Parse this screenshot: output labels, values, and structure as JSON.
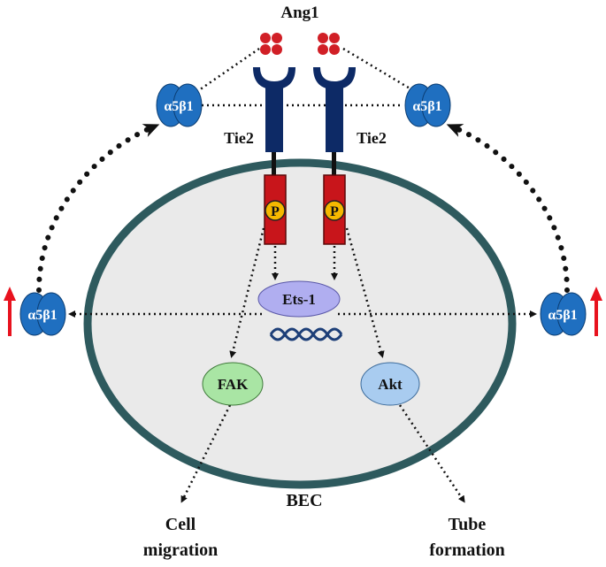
{
  "labels": {
    "ligand": "Ang1",
    "receptor_left": "Tie2",
    "receptor_right": "Tie2",
    "phospho_left": "P",
    "phospho_right": "P",
    "integrin_top_left": "α5β1",
    "integrin_top_right": "α5β1",
    "integrin_left": "α5β1",
    "integrin_right": "α5β1",
    "ets1": "Ets-1",
    "fak": "FAK",
    "akt": "Akt",
    "cell": "BEC",
    "outcome_left_line1": "Cell",
    "outcome_left_line2": "migration",
    "outcome_right_line1": "Tube",
    "outcome_right_line2": "formation"
  },
  "colors": {
    "cell_fill": "#eaeaea",
    "cell_border": "#2e5a5e",
    "receptor": "#0d2a66",
    "kinase_domain": "#c8151b",
    "phospho": "#f5b800",
    "ligand": "#d11f26",
    "integrin": "#1f6fc0",
    "ets1": "#b0aef0",
    "fak": "#a9e5a4",
    "akt": "#a9ccf0",
    "dna": "#1d3f78",
    "up_arrow": "#e8121e"
  },
  "icons": {
    "upregulation_left": "red-up-arrow-icon",
    "upregulation_right": "red-up-arrow-icon",
    "dna": "dna-helix-icon"
  }
}
